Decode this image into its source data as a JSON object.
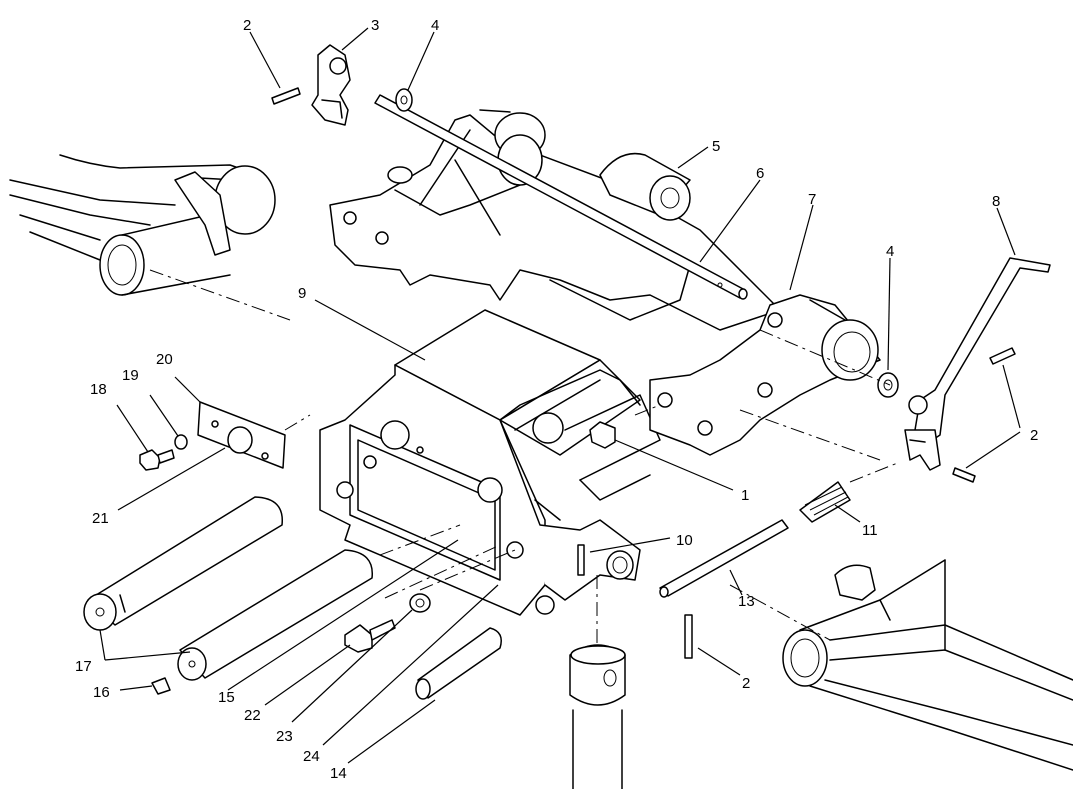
{
  "callouts": {
    "c1": "1",
    "c2a": "2",
    "c2b": "2",
    "c2c": "2",
    "c3": "3",
    "c4a": "4",
    "c4b": "4",
    "c5": "5",
    "c6": "6",
    "c7": "7",
    "c8": "8",
    "c9": "9",
    "c10": "10",
    "c11": "11",
    "c13": "13",
    "c14": "14",
    "c15": "15",
    "c16": "16",
    "c17": "17",
    "c18": "18",
    "c19": "19",
    "c20": "20",
    "c21": "21",
    "c22": "22",
    "c23": "23",
    "c24": "24"
  }
}
